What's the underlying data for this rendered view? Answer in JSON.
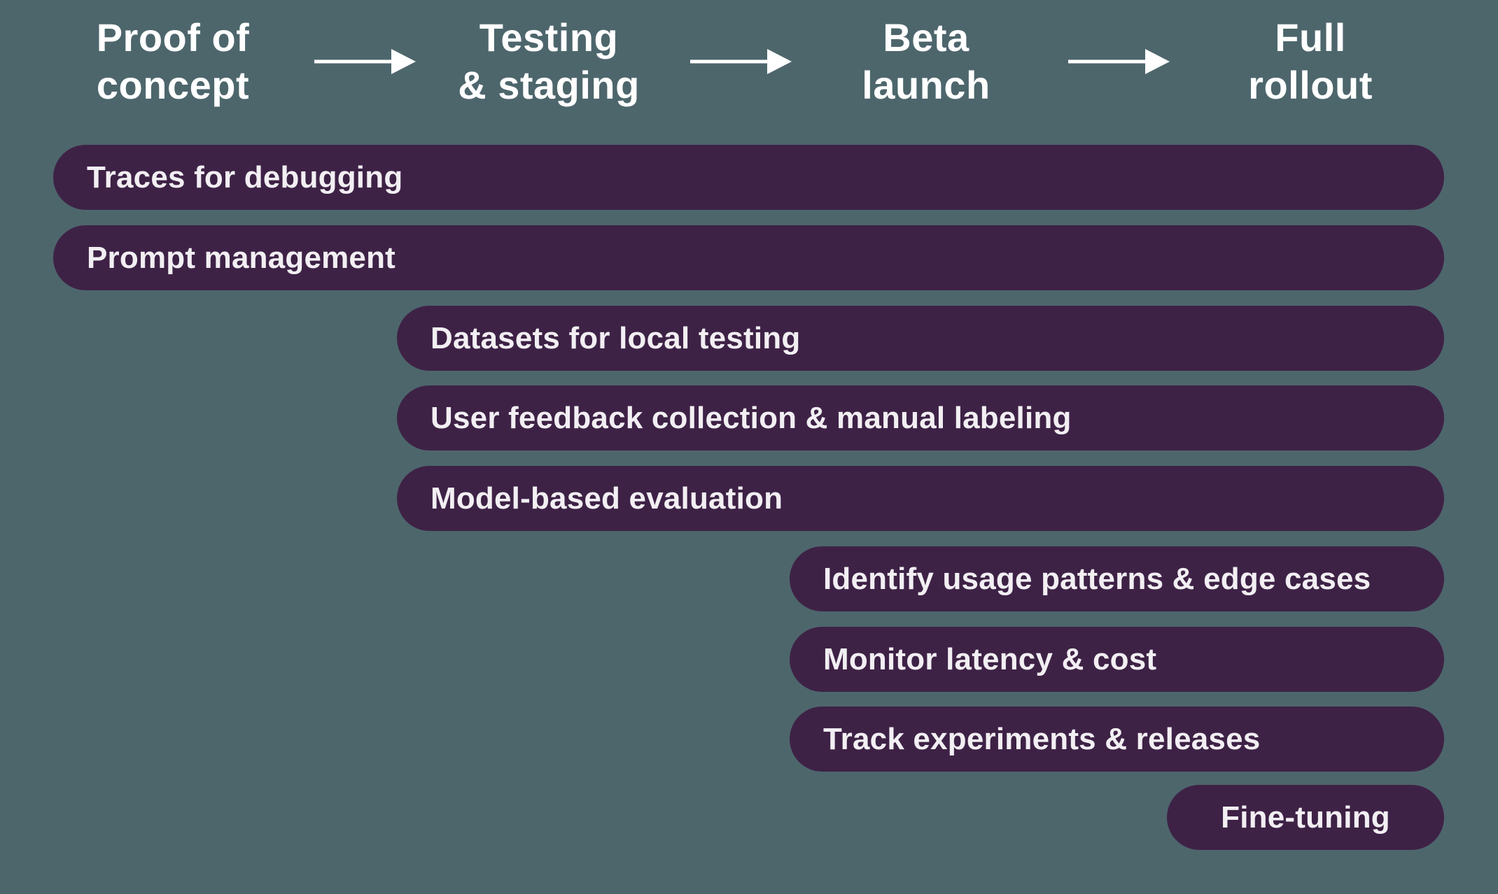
{
  "colors": {
    "background": "#4d666c",
    "bar": "#3e2246",
    "bar_text": "#f2eff3",
    "header_text": "#ffffff"
  },
  "stages": [
    {
      "label": "Proof of\nconcept"
    },
    {
      "label": "Testing\n& staging"
    },
    {
      "label": "Beta\nlaunch"
    },
    {
      "label": "Full\nrollout"
    }
  ],
  "rows": [
    {
      "label": "Traces for debugging",
      "start_stage": "Proof of concept"
    },
    {
      "label": "Prompt management",
      "start_stage": "Proof of concept"
    },
    {
      "label": "Datasets for local testing",
      "start_stage": "Testing & staging"
    },
    {
      "label": "User feedback collection & manual labeling",
      "start_stage": "Testing & staging"
    },
    {
      "label": "Model-based evaluation",
      "start_stage": "Testing & staging"
    },
    {
      "label": "Identify usage patterns & edge cases",
      "start_stage": "Beta launch"
    },
    {
      "label": "Monitor latency & cost",
      "start_stage": "Beta launch"
    },
    {
      "label": "Track experiments & releases",
      "start_stage": "Beta launch"
    },
    {
      "label": "Fine-tuning",
      "start_stage": "Full rollout"
    }
  ]
}
